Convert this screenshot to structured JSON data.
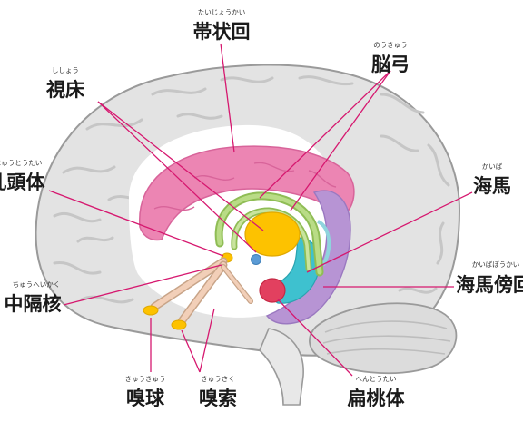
{
  "labels": {
    "cingulate": {
      "text": "帯状回",
      "ruby": "たいじょうかい"
    },
    "fornix": {
      "text": "脳弓",
      "ruby": "のうきゅう"
    },
    "thalamus": {
      "text": "視床",
      "ruby": "ししょう"
    },
    "mammillary": {
      "text": "乳頭体",
      "ruby": "にゅうとうたい"
    },
    "hippocampus": {
      "text": "海馬",
      "ruby": "かいば"
    },
    "parahippocampal": {
      "text": "海馬傍回",
      "ruby": "かいばぼうかい"
    },
    "septal": {
      "text": "中隔核",
      "ruby": "ちゅうへいかく"
    },
    "bulb": {
      "text": "嗅球",
      "ruby": "きゅうきゅう"
    },
    "tract": {
      "text": "嗅索",
      "ruby": "きゅうさく"
    },
    "amygdala": {
      "text": "扁桃体",
      "ruby": "へんとうたい"
    }
  },
  "colors": {
    "leader": "#d6186f",
    "brain": "#e3e3e3",
    "brain_outline": "#9a9a9a",
    "cingulate": "#ec85b3",
    "thalamus": "#fdc200",
    "fornix": "#a9cf72",
    "hippocampus": "#3ec1cf",
    "parahippocampal": "#b794d4",
    "amygdala": "#e2405f",
    "olfactory": "#f2cfb8"
  }
}
